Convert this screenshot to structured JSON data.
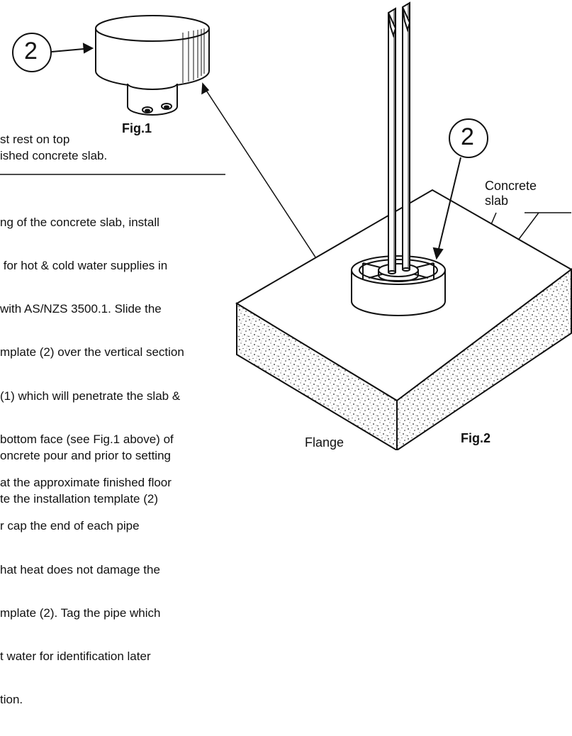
{
  "figure1": {
    "callout": "2",
    "label": "Fig.1",
    "note_lines": [
      "st rest on top",
      "ished concrete slab."
    ]
  },
  "figure2": {
    "callout": "2",
    "label": "Fig.2",
    "slab_label_lines": [
      "Concrete",
      "slab"
    ],
    "flange_label": "Flange"
  },
  "instructions": {
    "paragraph1_lines": [
      "ng of the concrete slab, install",
      " for hot & cold water supplies in",
      "with AS/NZS 3500.1. Slide the",
      "mplate (2) over the vertical section",
      "(1) which will penetrate the slab &",
      "bottom face (see Fig.1 above) of",
      "at the approximate finished floor",
      "r cap the end of each pipe",
      "hat heat does not damage the",
      "mplate (2). Tag the pipe which",
      "t water for identification later",
      "tion."
    ],
    "paragraph2_lines": [
      "oncrete pour and prior to setting",
      "te the installation template (2)"
    ]
  }
}
